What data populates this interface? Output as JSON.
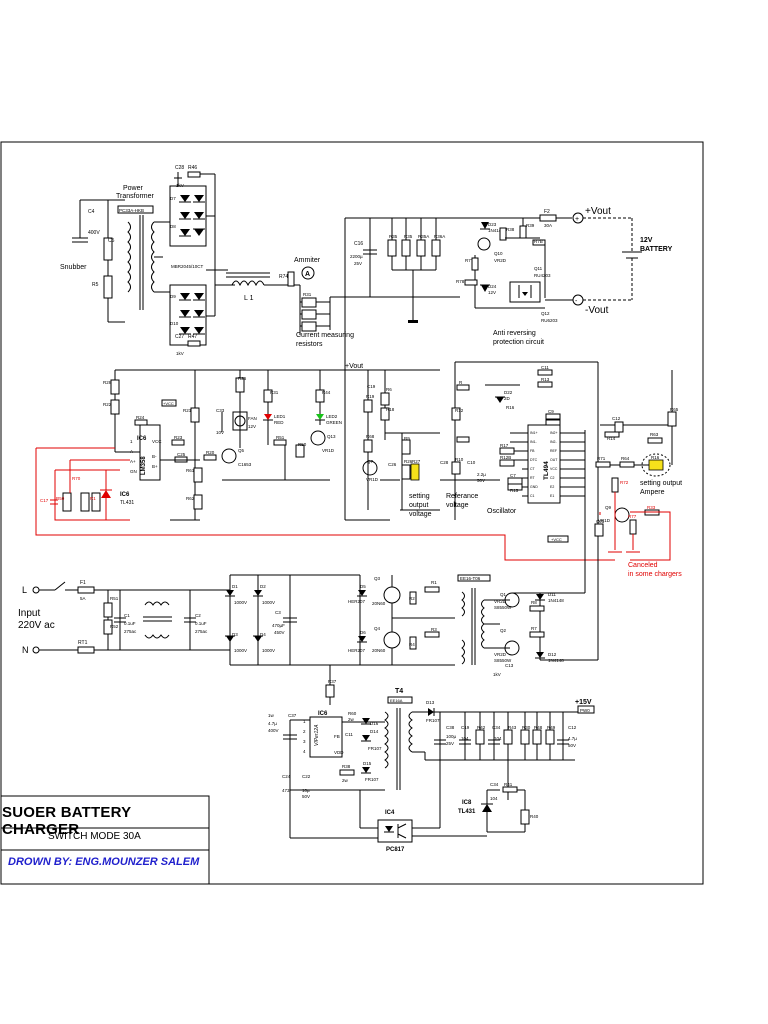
{
  "title_block": {
    "title": "SUOER BATTERY CHARGER",
    "subtitle": "SWITCH MODE 30A",
    "author": "DROWN BY: ENG.MOUNZER SALEM"
  },
  "blocks": {
    "power_transformer": "Power Transformer",
    "snubber": "Snubber",
    "ammiter": "Ammiter",
    "current_resistors_1": "Current measuring",
    "current_resistors_2": "resistors",
    "anti_reverse_1": "Anti reversing",
    "anti_reverse_2": "protection circuit",
    "battery_1": "12V",
    "battery_2": "BATTERY",
    "vout_pos": "+Vout",
    "vout_neg": "-Vout",
    "vout_rail": "+Vout",
    "setting_voltage_1": "setting",
    "setting_voltage_2": "output",
    "setting_voltage_3": "voltage",
    "reference_1": "Referance",
    "reference_2": "voltage",
    "oscillator": "Oscillator",
    "setting_ampere_1": "setting output",
    "setting_ampere_2": "Ampere",
    "canceled_1": "Canceled",
    "canceled_2": "in some chargers",
    "input_1": "Input",
    "input_2": "220V ac",
    "line": "L",
    "neutral": "N",
    "rail_15v": "+15V",
    "l1": "L 1",
    "ic6_a": "IC6",
    "ic6_b": "LM358",
    "ic6_c": "IC6",
    "ic6_d": "TL431",
    "ic_tl494": "TL494",
    "ic6_viper": "IC6",
    "viper": "VIPer12A",
    "t4": "T4",
    "ic8": "IC8",
    "tl431b": "TL431",
    "ic4": "IC4",
    "pc817": "PC817"
  },
  "components": [
    "C28",
    "R46",
    "C4",
    "C5",
    "R5",
    "C16",
    "R35",
    "R35A",
    "R36A",
    "D23",
    "R30",
    "R39",
    "F2",
    "R7B",
    "R74",
    "R31",
    "Q11",
    "Q12",
    "R28",
    "R31",
    "R44",
    "C33",
    "LED1",
    "LED2",
    "Q13",
    "R50",
    "Q7",
    "R19",
    "R18",
    "R49",
    "C26",
    "C19",
    "C11",
    "C9",
    "C12",
    "R14",
    "R93",
    "F1",
    "R51",
    "C1",
    "C2",
    "D1",
    "D2",
    "D3",
    "D4",
    "C3",
    "D5",
    "D6",
    "Q3",
    "Q4",
    "R1",
    "R3",
    "Q1",
    "Q2",
    "D11",
    "D12",
    "R37",
    "D13",
    "C38",
    "R42",
    "R43",
    "C34",
    "R41",
    "R40",
    "C12",
    "D15",
    "D16",
    "R38",
    "C24",
    "C22"
  ],
  "ic_pins_tl494": [
    "IN1+",
    "IN1-",
    "FB",
    "DTC",
    "CT",
    "RT",
    "GND",
    "C1",
    "VCC",
    "C2",
    "E2",
    "E1",
    "OUT",
    "REF",
    "IN2-",
    "IN2+"
  ]
}
